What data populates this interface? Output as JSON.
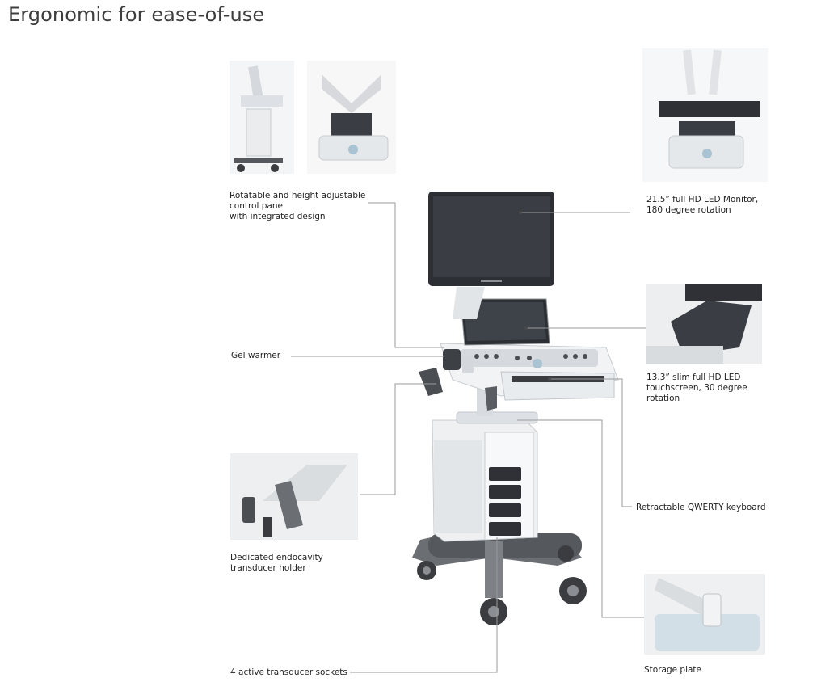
{
  "title": "Ergonomic for ease-of-use",
  "features": {
    "control_panel": "Rotatable and height adjustable\ncontrol panel\nwith integrated design",
    "monitor": "21.5” full HD LED Monitor,\n180 degree rotation",
    "gel_warmer": "Gel warmer",
    "touchscreen": "13.3” slim full HD LED\ntouchscreen, 30 degree\nrotation",
    "keyboard": "Retractable QWERTY keyboard",
    "endocavity": "Dedicated endocavity\ntransducer holder",
    "sockets": "4 active transducer sockets",
    "storage": "Storage plate"
  },
  "colors": {
    "leader_line": "#9a9a9a",
    "device_white": "#eef0f2",
    "device_shadow": "#c8ccd0",
    "screen": "#2c2f34",
    "base": "#5a5d62"
  }
}
